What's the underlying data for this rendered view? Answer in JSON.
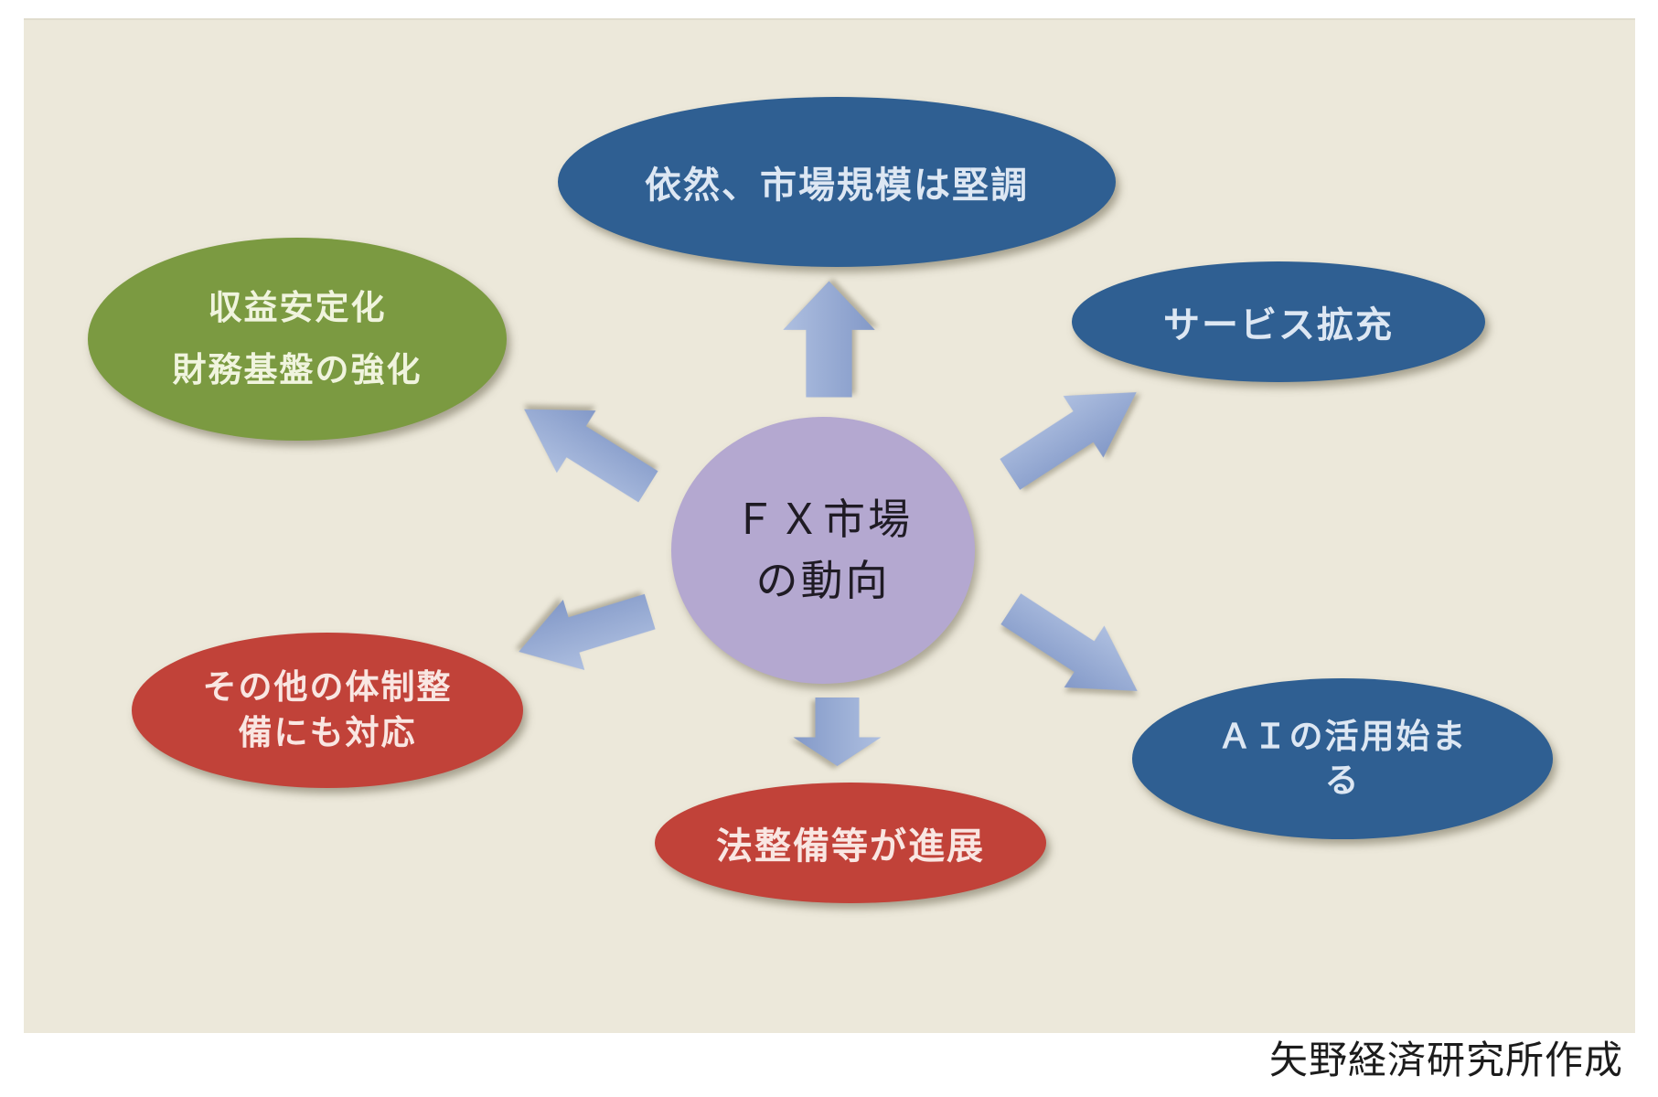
{
  "page": {
    "background": "#ffffff",
    "panel_background": "#ece8da"
  },
  "diagram": {
    "center": {
      "id": "fx-market-trends",
      "lines": [
        "ＦＸ市場",
        "の動向"
      ],
      "fill": "#b4a8d0",
      "text_color": "#1f1b24"
    },
    "nodes": [
      {
        "id": "market-scale",
        "position": "top",
        "lines": [
          "依然、市場規模は堅調"
        ],
        "fill": "#2f5f92",
        "text_color": "#dde7f3"
      },
      {
        "id": "profit-stability",
        "position": "upper-left",
        "lines": [
          "収益安定化",
          "財務基盤の強化"
        ],
        "fill": "#7b9a41",
        "text_color": "#f0f4de"
      },
      {
        "id": "service-expansion",
        "position": "upper-right",
        "lines": [
          "サービス拡充"
        ],
        "fill": "#2f5f92",
        "text_color": "#dde7f3"
      },
      {
        "id": "other-systems",
        "position": "lower-left",
        "lines": [
          "その他の体制整",
          "備にも対応"
        ],
        "fill": "#c14239",
        "text_color": "#f9e6e2"
      },
      {
        "id": "legal-progress",
        "position": "bottom",
        "lines": [
          "法整備等が進展"
        ],
        "fill": "#c14239",
        "text_color": "#f9e6e2"
      },
      {
        "id": "ai-utilization",
        "position": "lower-right",
        "lines": [
          "ＡＩの活用始ま",
          "る"
        ],
        "fill": "#2f5f92",
        "text_color": "#dde7f3"
      }
    ],
    "arrows": [
      {
        "direction": "up"
      },
      {
        "direction": "upper-left"
      },
      {
        "direction": "upper-right"
      },
      {
        "direction": "lower-left"
      },
      {
        "direction": "lower-right"
      },
      {
        "direction": "down"
      }
    ],
    "arrow_colors": {
      "light": "#aebfe0",
      "dark": "#8399c8"
    },
    "credit": "矢野経済研究所作成"
  }
}
